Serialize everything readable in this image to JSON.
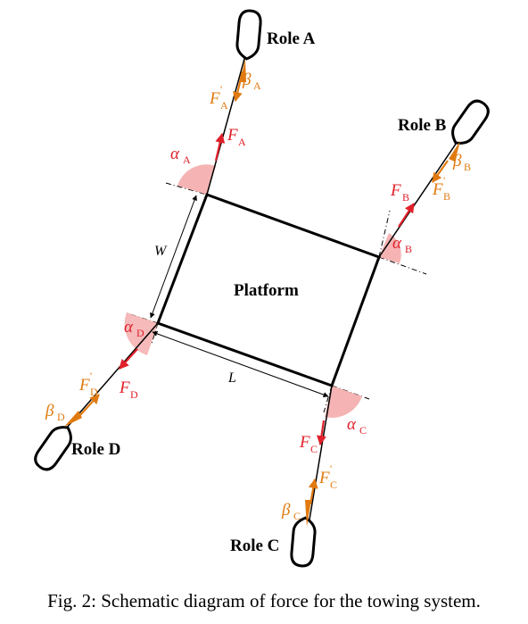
{
  "diagram": {
    "platform_label": "Platform",
    "width_label": "W",
    "length_label": "L",
    "roles": {
      "A": {
        "name": "Role A",
        "alpha": "α",
        "alpha_sub": "A",
        "beta": "β",
        "beta_sub": "A",
        "force": "F",
        "force_sub": "A",
        "force_prime": "F",
        "force_prime_sub": "A",
        "prime": "'"
      },
      "B": {
        "name": "Role B",
        "alpha": "α",
        "alpha_sub": "B",
        "beta": "β",
        "beta_sub": "B",
        "force": "F",
        "force_sub": "B",
        "force_prime": "F",
        "force_prime_sub": "B",
        "prime": "'"
      },
      "C": {
        "name": "Role C",
        "alpha": "α",
        "alpha_sub": "C",
        "beta": "β",
        "beta_sub": "C",
        "force": "F",
        "force_sub": "C",
        "force_prime": "F",
        "force_prime_sub": "C",
        "prime": "'"
      },
      "D": {
        "name": "Role D",
        "alpha": "α",
        "alpha_sub": "D",
        "beta": "β",
        "beta_sub": "D",
        "force": "F",
        "force_sub": "D",
        "force_prime": "F",
        "force_prime_sub": "D",
        "prime": "'"
      }
    },
    "colors": {
      "force": "#e0202a",
      "tug_force": "#e07a10",
      "angle_fill": "#f5b3b3",
      "line": "#000000"
    }
  },
  "caption": "Fig. 2: Schematic diagram of force for the towing system."
}
